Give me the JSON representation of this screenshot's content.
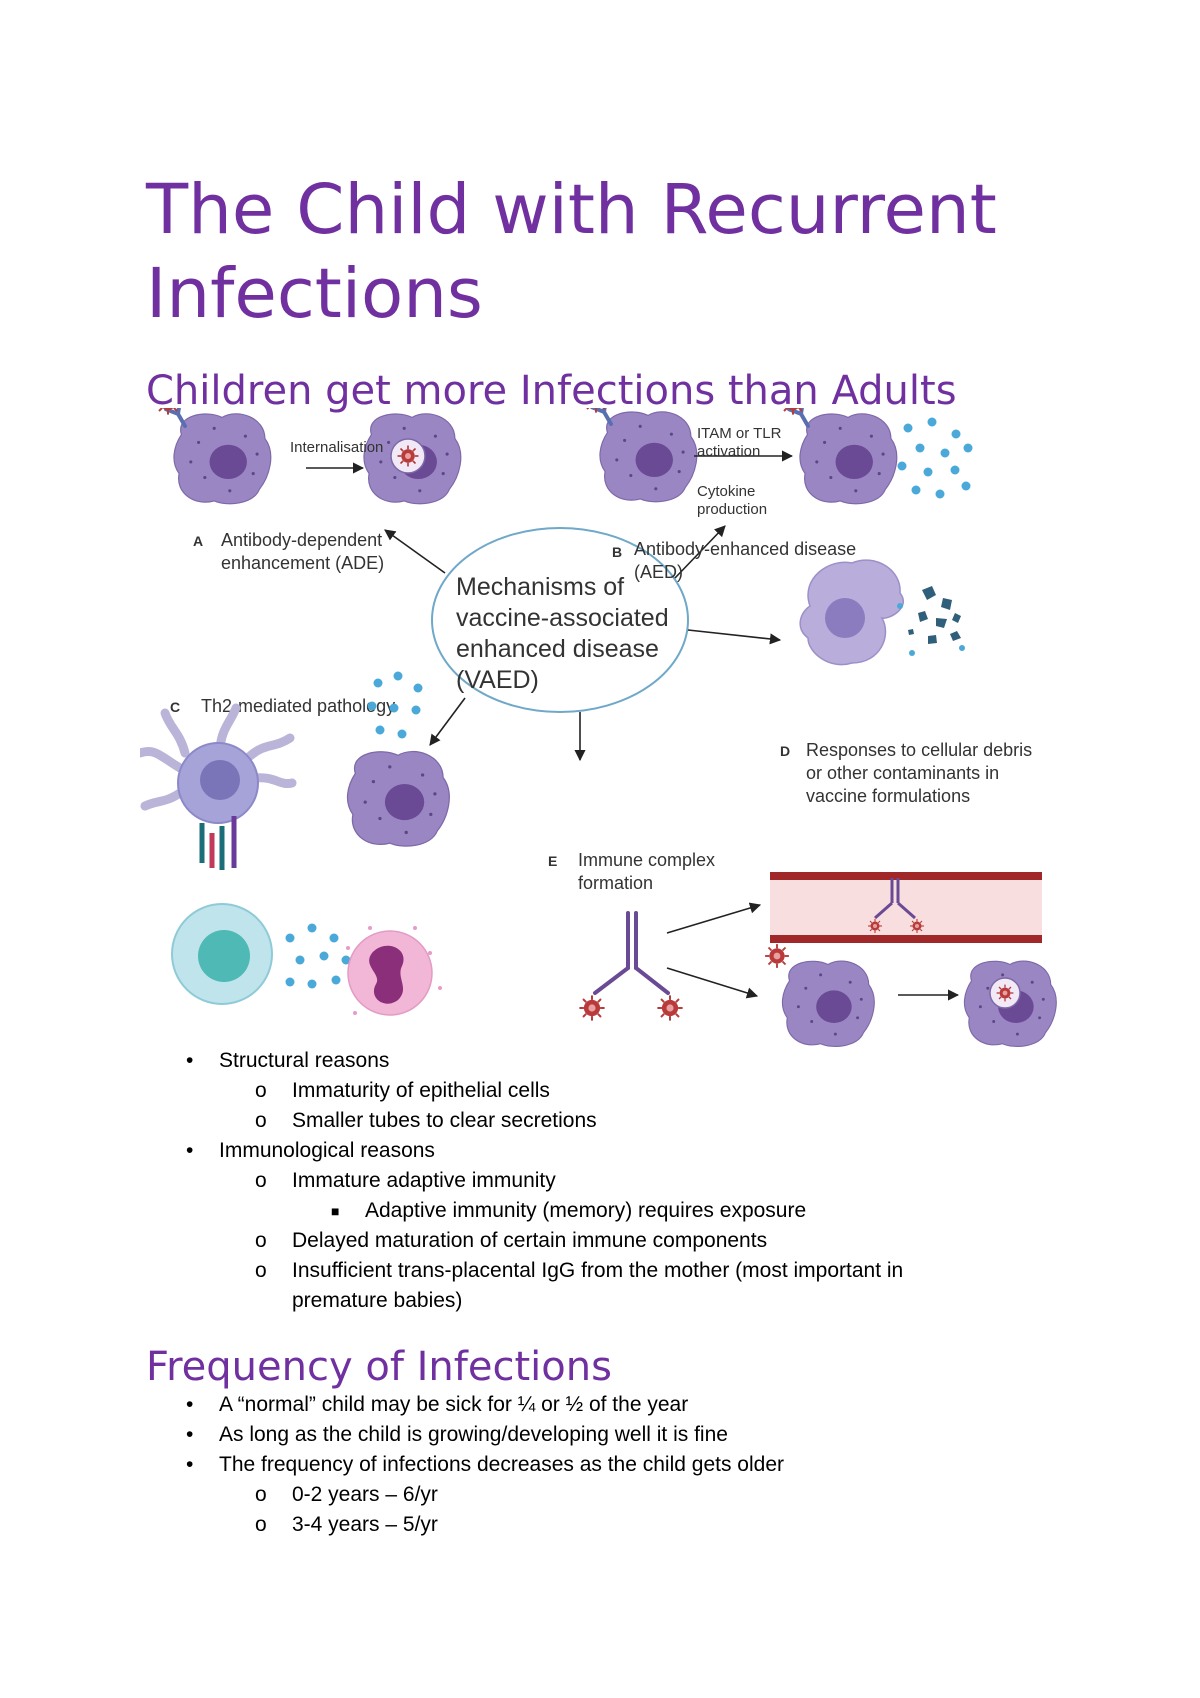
{
  "page": {
    "title": "The Child with Recurrent Infections",
    "section1_heading": "Children get more Infections than Adults",
    "section2_heading": "Frequency of Infections"
  },
  "figure": {
    "center": [
      "Mechanisms of",
      "vaccine-associated",
      "enhanced disease",
      "(VAED)"
    ],
    "a": {
      "letter": "A",
      "title": [
        "Antibody-dependent",
        "enhancement (ADE)"
      ],
      "arrow_label": "Internalisation"
    },
    "b": {
      "letter": "B",
      "title": [
        "Antibody-enhanced disease",
        "(AED)"
      ],
      "arrow_label_top": [
        "ITAM or TLR",
        "activation"
      ],
      "arrow_label_bottom": [
        "Cytokine",
        "production"
      ]
    },
    "c": {
      "letter": "C",
      "title": "Th2-mediated pathology"
    },
    "d": {
      "letter": "D",
      "title": [
        "Responses to cellular debris",
        "or other contaminants in",
        "vaccine formulations"
      ]
    },
    "e": {
      "letter": "E",
      "title": [
        "Immune complex",
        "formation"
      ]
    },
    "colors": {
      "cell": "#9b86c4",
      "cell_dark": "#6a4a94",
      "virus": "#b83a3a",
      "cytokine": "#4aa9d8",
      "vessel": "#a02828",
      "accent": "#7030a0"
    }
  },
  "list1": [
    {
      "level": 0,
      "text": "Structural reasons"
    },
    {
      "level": 1,
      "text": "Immaturity of epithelial cells"
    },
    {
      "level": 1,
      "text": "Smaller tubes to clear secretions"
    },
    {
      "level": 0,
      "text": "Immunological reasons"
    },
    {
      "level": 1,
      "text": "Immature adaptive immunity"
    },
    {
      "level": 2,
      "text": "Adaptive immunity (memory) requires exposure"
    },
    {
      "level": 1,
      "text": "Delayed maturation of certain immune components"
    },
    {
      "level": 1,
      "text": "Insufficient trans-placental IgG from the mother (most important in"
    },
    {
      "level": 3,
      "text": "premature babies)"
    }
  ],
  "list2": [
    {
      "level": 0,
      "text": "A “normal” child may be sick for ¼ or ½ of the year"
    },
    {
      "level": 0,
      "text": "As long as the child is growing/developing well it is fine"
    },
    {
      "level": 0,
      "text": "The frequency of infections decreases as the child gets older"
    },
    {
      "level": 1,
      "text": "0-2 years – 6/yr"
    },
    {
      "level": 1,
      "text": "3-4 years – 5/yr"
    }
  ]
}
